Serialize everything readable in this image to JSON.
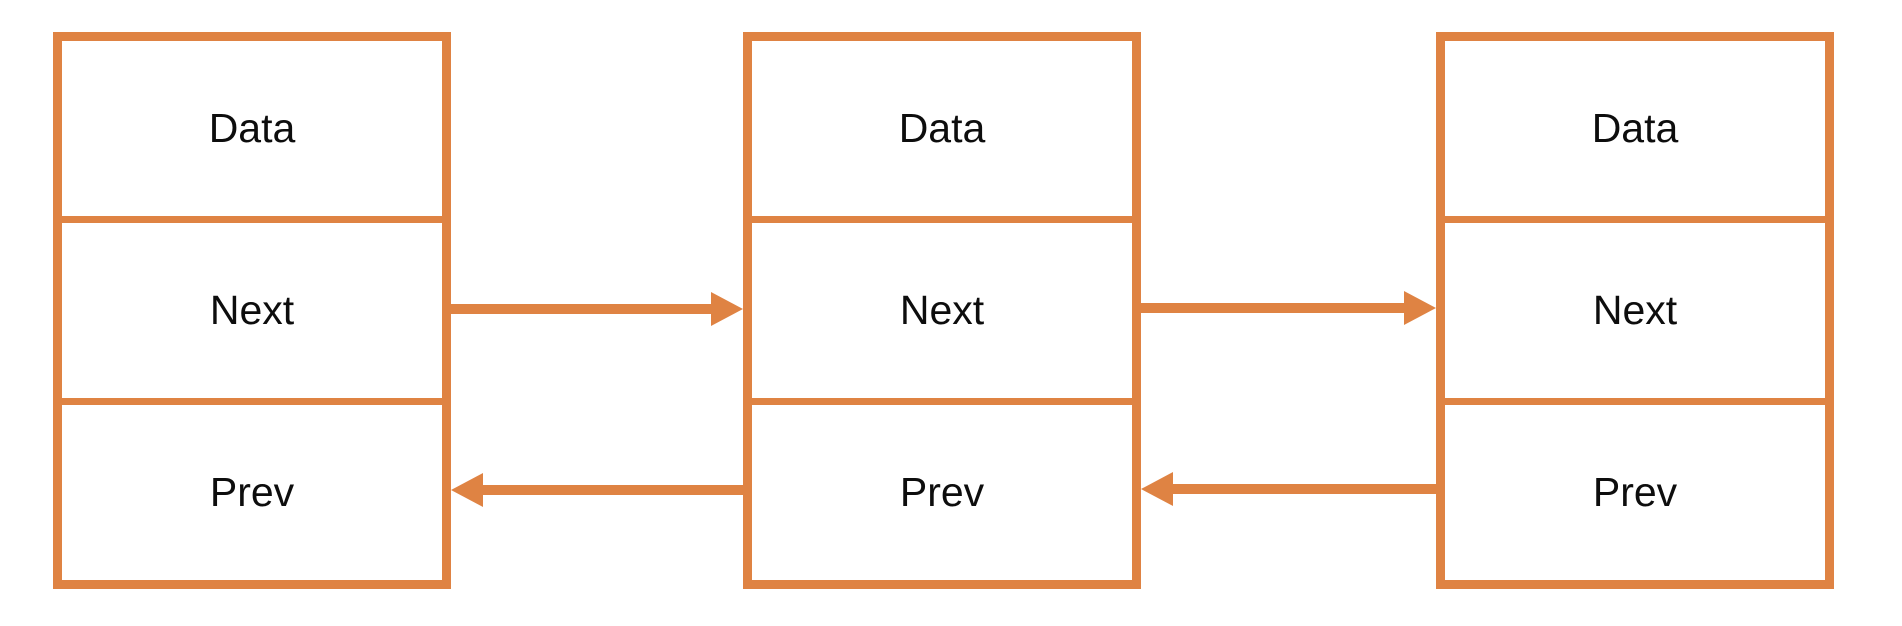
{
  "colors": {
    "accent": "#DF8343",
    "text": "#0d0d0d",
    "background": "#ffffff"
  },
  "nodes": [
    {
      "fields": [
        "Data",
        "Next",
        "Prev"
      ]
    },
    {
      "fields": [
        "Data",
        "Next",
        "Prev"
      ]
    },
    {
      "fields": [
        "Data",
        "Next",
        "Prev"
      ]
    }
  ],
  "arrows": [
    {
      "name": "next-1",
      "direction": "right",
      "from": "node-1-next",
      "to": "node-2"
    },
    {
      "name": "next-2",
      "direction": "right",
      "from": "node-2-next",
      "to": "node-3"
    },
    {
      "name": "prev-1",
      "direction": "left",
      "from": "node-2-prev",
      "to": "node-1"
    },
    {
      "name": "prev-2",
      "direction": "left",
      "from": "node-3-prev",
      "to": "node-2"
    }
  ]
}
